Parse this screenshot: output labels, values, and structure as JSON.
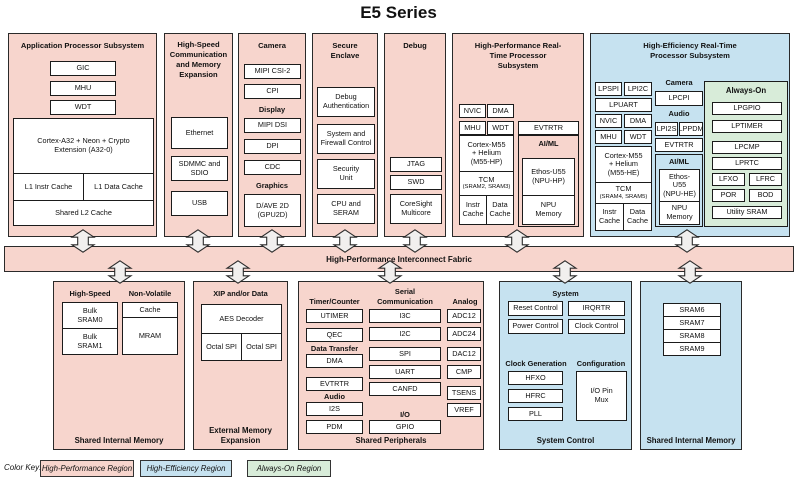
{
  "title": "E5 Series",
  "fabric_label": "High-Performance Interconnect Fabric",
  "colors": {
    "high_performance": "#f7d5cd",
    "high_efficiency": "#c6e2f0",
    "always_on": "#d8ecd9"
  },
  "legend": {
    "label": "Color Key:",
    "items": [
      {
        "label": "High-Performance Region"
      },
      {
        "label": "High-Efficiency Region"
      },
      {
        "label": "Always-On Region"
      }
    ]
  },
  "aps": {
    "title": "Application Processor Subsystem",
    "gic": "GIC",
    "mhu": "MHU",
    "wdt": "WDT",
    "core": "Cortex-A32 + Neon + Crypto Extension (A32-0)",
    "l1i": "L1 Instr Cache",
    "l1d": "L1 Data Cache",
    "l2": "Shared L2 Cache"
  },
  "hscomm": {
    "title": "High-Speed Communication and Memory Expansion",
    "ethernet": "Ethernet",
    "sdmmc": "SDMMC and SDIO",
    "usb": "USB"
  },
  "cam": {
    "title": "Camera",
    "mipi_csi": "MIPI CSI-2",
    "cpi": "CPI",
    "display_hdr": "Display",
    "mipi_dsi": "MIPI DSI",
    "dpi": "DPI",
    "cdc": "CDC",
    "graphics_hdr": "Graphics",
    "gpu": "D/AVE 2D (GPU2D)"
  },
  "secure": {
    "title": "Secure Enclave",
    "debug_auth": "Debug Authentication",
    "firewall": "System and Firewall Control",
    "security_unit": "Security Unit",
    "cpu_seram": "CPU and SERAM"
  },
  "debug": {
    "title": "Debug",
    "jtag": "JTAG",
    "swd": "SWD",
    "coresight": "CoreSight Multicore"
  },
  "hprt": {
    "title": "High-Performance Real-Time Processor Subsystem",
    "nvic": "NVIC",
    "dma": "DMA",
    "mhu": "MHU",
    "wdt": "WDT",
    "evtrtr": "EVTRTR",
    "core": "Cortex-M55 + Helium (M55-HP)",
    "tcm": "TCM",
    "tcm_sub": "(SRAM2, SRAM3)",
    "instr_cache": "Instr Cache",
    "data_cache": "Data Cache",
    "aiml": "AI/ML",
    "ethos": "Ethos-U55 (NPU-HP)",
    "npu_mem": "NPU Memory"
  },
  "hert": {
    "title": "High-Efficiency Real-Time Processor Subsystem",
    "lpspi": "LPSPI",
    "lpi2c": "LPI2C",
    "lpuart": "LPUART",
    "nvic": "NVIC",
    "dma": "DMA",
    "mhu": "MHU",
    "wdt": "WDT",
    "core": "Cortex-M55 + Helium (M55-HE)",
    "tcm": "TCM",
    "tcm_sub": "(SRAM4, SRAM5)",
    "instr_cache": "Instr Cache",
    "data_cache": "Data Cache",
    "camera_hdr": "Camera",
    "lpcpi": "LPCPI",
    "audio_hdr": "Audio",
    "lpi2s": "LPI2S",
    "lppdm": "LPPDM",
    "evtrtr": "EVTRTR",
    "aiml": "AI/ML",
    "ethos": "Ethos-U55 (NPU-HE)",
    "npu_mem": "NPU Memory",
    "alwayson": {
      "title": "Always-On",
      "lpgpio": "LPGPIO",
      "lptimer": "LPTIMER",
      "lpcmp": "LPCMP",
      "lprtc": "LPRTC",
      "lfxo": "LFXO",
      "lfrc": "LFRC",
      "por": "POR",
      "bod": "BOD",
      "utility_sram": "Utility SRAM"
    }
  },
  "mem_left": {
    "hs_hdr": "High-Speed",
    "nv_hdr": "Non-Volatile",
    "bulk_sram0": "Bulk SRAM0",
    "bulk_sram1": "Bulk SRAM1",
    "cache": "Cache",
    "mram": "MRAM",
    "footer": "Shared Internal Memory"
  },
  "extmem": {
    "title": "XIP and/or Data",
    "aes": "AES Decoder",
    "octal_spi_1": "Octal SPI",
    "octal_spi_2": "Octal SPI",
    "footer": "External Memory Expansion"
  },
  "periph": {
    "serial_hdr_1": "Serial",
    "serial_hdr_2": "Communication",
    "timer_hdr": "Timer/Counter",
    "utimer": "UTIMER",
    "qec": "QEC",
    "dt_hdr": "Data Transfer",
    "dma": "DMA",
    "evtrtr": "EVTRTR",
    "audio_hdr": "Audio",
    "i2s": "I2S",
    "pdm": "PDM",
    "i3c": "I3C",
    "i2c": "I2C",
    "spi": "SPI",
    "uart": "UART",
    "canfd": "CANFD",
    "io_hdr": "I/O",
    "gpio": "GPIO",
    "analog_hdr": "Analog",
    "adc12": "ADC12",
    "adc24": "ADC24",
    "dac12": "DAC12",
    "cmp": "CMP",
    "tsens": "TSENS",
    "vref": "VREF",
    "footer": "Shared Peripherals"
  },
  "sysctl": {
    "sys_hdr": "System",
    "reset": "Reset Control",
    "irqrtr": "IRQRTR",
    "power": "Power Control",
    "clock_ctl": "Clock Control",
    "clkgen_hdr": "Clock Generation",
    "hfxo": "HFXO",
    "hfrc": "HFRC",
    "pll": "PLL",
    "config_hdr": "Configuration",
    "io_pin_mux": "I/O Pin Mux",
    "footer": "System Control"
  },
  "mem_right": {
    "sram6": "SRAM6",
    "sram7": "SRAM7",
    "sram8": "SRAM8",
    "sram9": "SRAM9",
    "footer": "Shared Internal Memory"
  }
}
